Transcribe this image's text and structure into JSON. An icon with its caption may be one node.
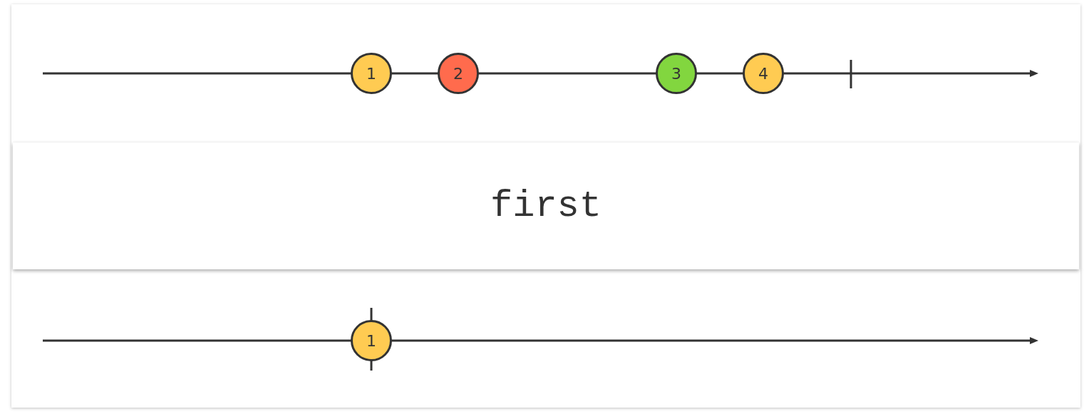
{
  "diagram": {
    "nodes": [
      {
        "text": [
          "1"
        ]
      },
      {
        "text": [
          "2"
        ]
      },
      {
        "text": [
          "3"
        ]
      },
      {
        "text": [
          "4"
        ]
      },
      {
        "text": [
          "first"
        ]
      },
      {
        "text": [
          "1"
        ]
      }
    ],
    "edges": []
  }
}
